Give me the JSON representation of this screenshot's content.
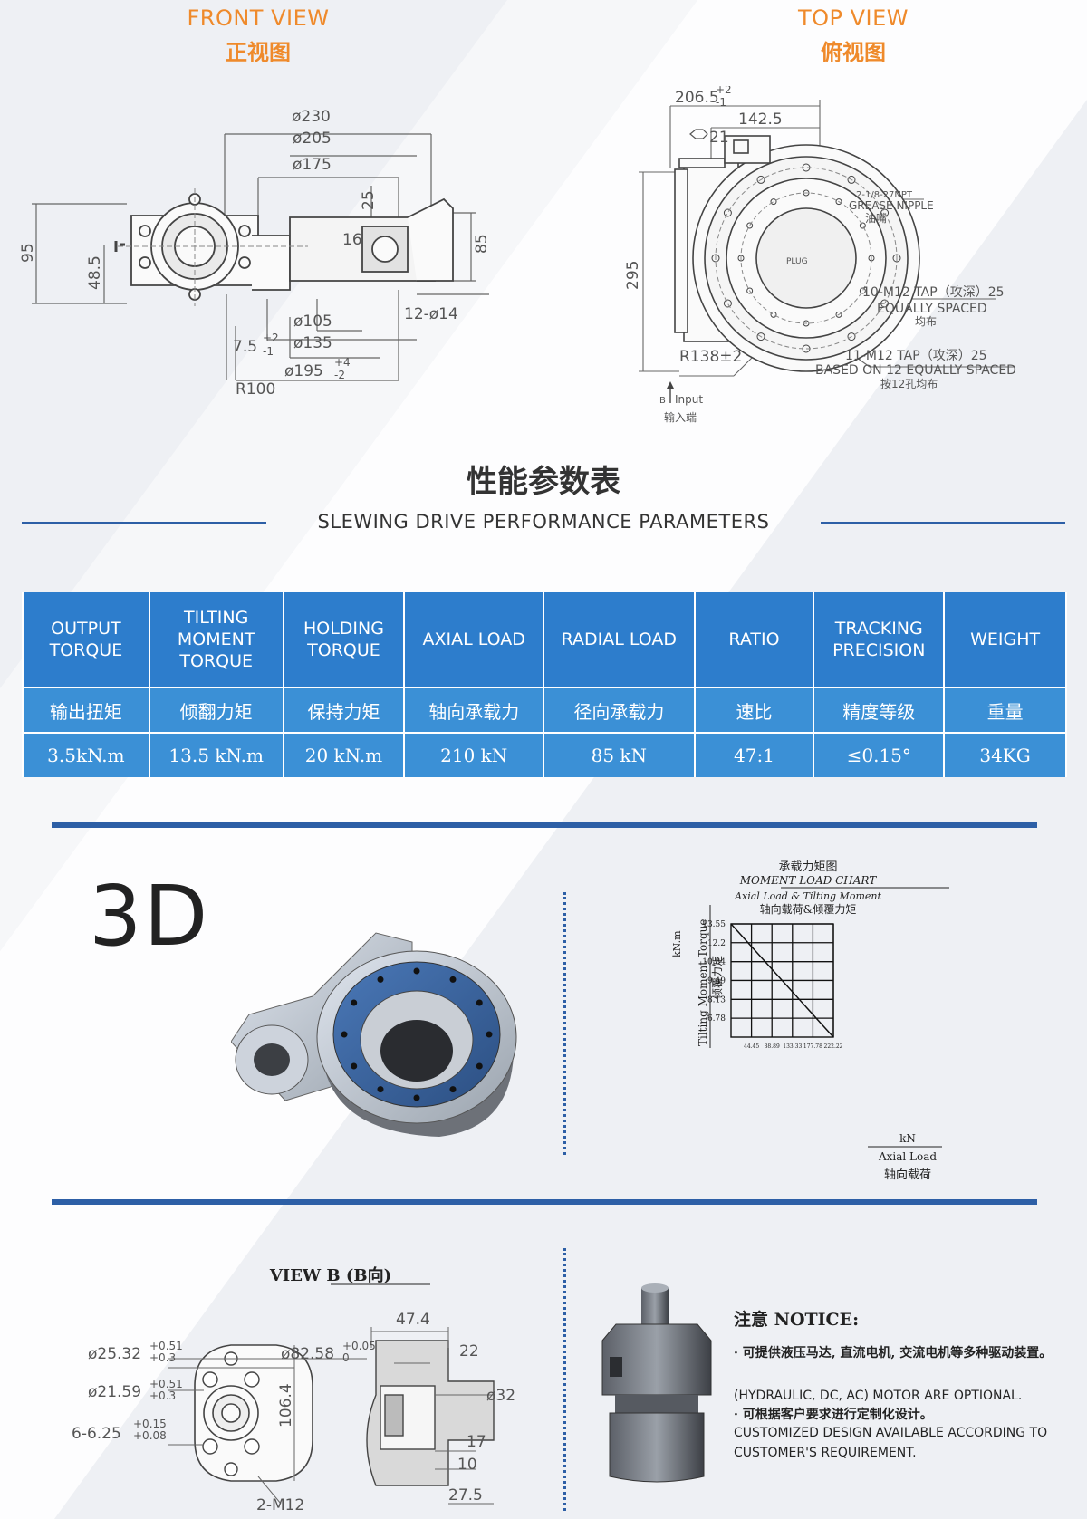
{
  "front_view": {
    "title_en": "FRONT VIEW",
    "title_cn": "正视图",
    "dims": {
      "d230": "ø230",
      "d205": "ø205",
      "d175": "ø175",
      "d25": "25",
      "d16": "16",
      "h95": "95",
      "h48": "48.5",
      "h85": "85",
      "d105": "ø105",
      "d135": "ø135",
      "d195": "ø195",
      "tol195": "+4",
      "tol195b": "-2",
      "d7": "7.5",
      "tol7a": "+2",
      "tol7b": "-1",
      "holes": "12-ø14",
      "r100": "R100"
    }
  },
  "top_view": {
    "title_en": "TOP VIEW",
    "title_cn": "俯视图",
    "dims": {
      "w206": "206.5",
      "tol206": "+2",
      "tol206b": "-1",
      "w142": "142.5",
      "hex21": "21",
      "h295": "295",
      "r138": "R138±2",
      "grease_en": "2-1/8-27NPT",
      "grease_en2": "GREASE NIPPLE",
      "grease_cn": "油嘴",
      "tap1_en": "10-M12 TAP（攻深）25",
      "tap1_en2": "EQUALLY SPACED",
      "tap1_cn": "均布",
      "tap2_en": "11-M12 TAP（攻深）25",
      "tap2_en2": "BASED ON 12 EQUALLY SPACED",
      "tap2_cn": "按12孔均布",
      "plug": "PLUG",
      "input_b": "B",
      "input_en": "Input",
      "input_cn": "输入端"
    }
  },
  "performance": {
    "title_cn": "性能参数表",
    "title_en": "SLEWING DRIVE PERFORMANCE PARAMETERS",
    "columns_en": [
      "OUTPUT\nTORQUE",
      "TILTING\nMOMENT\nTORQUE",
      "HOLDING\nTORQUE",
      "AXIAL LOAD",
      "RADIAL LOAD",
      "RATIO",
      "TRACKING\nPRECISION",
      "WEIGHT"
    ],
    "columns_cn": [
      "输出扭矩",
      "倾翻力矩",
      "保持力矩",
      "轴向承载力",
      "径向承载力",
      "速比",
      "精度等级",
      "重量"
    ],
    "values": [
      "3.5kN.m",
      "13.5 kN.m",
      "20 kN.m",
      "210 kN",
      "85 kN",
      "47:1",
      "≤0.15°",
      "34KG"
    ]
  },
  "section_3d": {
    "label": "3D"
  },
  "moment_chart": {
    "title_cn": "承载力矩图",
    "title_en": "MOMENT LOAD CHART",
    "subtitle_en": "Axial Load & Tilting Moment",
    "subtitle_cn": "轴向载荷&倾覆力矩",
    "ylabel_unit": "kN.m",
    "ylabel_en": "Tilting Moment Torque",
    "ylabel_cn": "倾覆力矩",
    "xlabel_unit": "kN",
    "xlabel_en": "Axial Load",
    "xlabel_cn": "轴向载荷"
  },
  "chart_data": {
    "type": "line",
    "title": "MOMENT LOAD CHART",
    "xlabel": "Axial Load",
    "ylabel": "Tilting Moment Torque",
    "x_ticks": [
      44.45,
      88.89,
      133.33,
      177.78,
      222.22
    ],
    "y_ticks": [
      13.55,
      12.2,
      10.84,
      9.49,
      8.13,
      6.78
    ],
    "xlim": [
      0,
      222.22
    ],
    "ylim": [
      5.42,
      13.55
    ],
    "grid": true,
    "series": [
      {
        "x": [
          0,
          222.22
        ],
        "y": [
          13.55,
          5.42
        ]
      }
    ]
  },
  "view_b": {
    "title": "VIEW B (B向)",
    "dims": {
      "d25": "ø25.32",
      "tol25a": "+0.51",
      "tol25b": "+0.3",
      "d21": "ø21.59",
      "tol21a": "+0.51",
      "tol21b": "+0.3",
      "holes6": "6-6.25",
      "tol6a": "+0.15",
      "tol6b": "+0.08",
      "d82": "ø82.58",
      "tol82a": "+0.05",
      "tol82b": "0",
      "h106": "106.4",
      "m12": "2-M12",
      "w47": "47.4",
      "w22": "22",
      "d32": "ø32",
      "w17": "17",
      "w10": "10",
      "w27": "27.5"
    }
  },
  "notice": {
    "title": "注意 NOTICE:",
    "line1_cn": "· 可提供液压马达, 直流电机, 交流电机等多种驱动装置。",
    "line1_en": "(HYDRAULIC, DC, AC) MOTOR ARE OPTIONAL.",
    "line2_cn": "· 可根据客户要求进行定制化设计。",
    "line2_en": "CUSTOMIZED DESIGN AVAILABLE ACCORDING TO CUSTOMER'S REQUIREMENT."
  },
  "colors": {
    "accent_orange": "#ef8a2b",
    "brand_blue": "#2d5fa6",
    "header_blue": "#2d7dcc",
    "cell_blue": "#3b90d6"
  }
}
